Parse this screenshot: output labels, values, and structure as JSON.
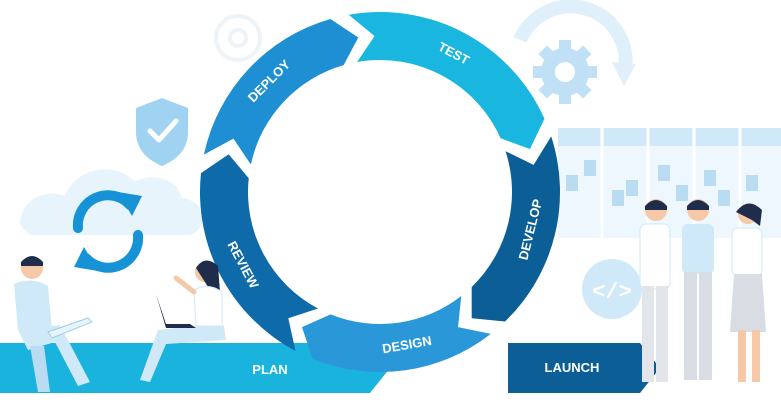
{
  "cycle": {
    "stages": [
      {
        "label": "DEPLOY",
        "color": "#1e8fd3"
      },
      {
        "label": "TEST",
        "color": "#19b6e0"
      },
      {
        "label": "DEVELOP",
        "color": "#0b5f96"
      },
      {
        "label": "DESIGN",
        "color": "#2a97d8"
      },
      {
        "label": "REVIEW",
        "color": "#0e6aa8"
      }
    ]
  },
  "arrows": {
    "plan": {
      "label": "PLAN",
      "color": "#19b3de"
    },
    "launch": {
      "label": "LAUNCH",
      "color": "#0b5f96"
    }
  },
  "icons": [
    "shield-check-icon",
    "sync-arrows-icon",
    "gear-icon",
    "code-icon",
    "cloud-icon"
  ],
  "colors": {
    "light_blue": "#cfe9f8",
    "pale_blue": "#e8f4fc",
    "skin": "#f5c9a8",
    "dark": "#1f2d4a"
  }
}
